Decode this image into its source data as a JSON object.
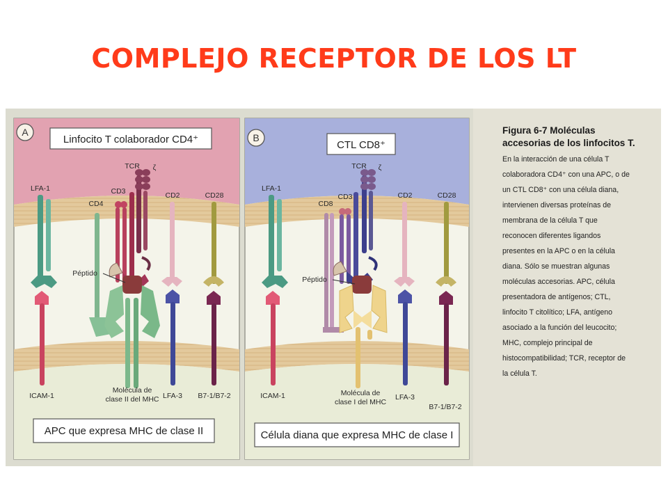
{
  "title": "COMPLEJO RECEPTOR DE LOS LT",
  "panel_a": {
    "letter": "A",
    "top_box": "Linfocito T colaborador CD4⁺",
    "bottom_box": "APC que expresa MHC de clase II",
    "labels": {
      "lfa1": "LFA-1",
      "cd4": "CD4",
      "cd3": "CD3",
      "tcr": "TCR",
      "zeta": "ζ",
      "cd2": "CD2",
      "cd28": "CD28",
      "peptide": "Péptido",
      "icam1": "ICAM-1",
      "mhc1": "Molécula de",
      "mhc2": "clase II del MHC",
      "lfa3": "LFA-3",
      "b7": "B7-1/B7-2"
    }
  },
  "panel_b": {
    "letter": "B",
    "top_box": "CTL CD8⁺",
    "bottom_box": "Célula diana que expresa MHC de clase I",
    "labels": {
      "lfa1": "LFA-1",
      "cd8": "CD8",
      "cd3": "CD3",
      "tcr": "TCR",
      "zeta": "ζ",
      "cd2": "CD2",
      "cd28": "CD28",
      "peptide": "Péptido",
      "icam1": "ICAM-1",
      "mhc1": "Molécula de",
      "mhc2": "clase I del MHC",
      "lfa3": "LFA-3",
      "b7": "B7-1/B7-2"
    }
  },
  "caption": {
    "heading": [
      "Figura 6-7   Moléculas",
      "accesorias de los linfocitos T."
    ],
    "lines": [
      "En la interacción de una célula T",
      "colaboradora CD4⁺ con una APC, o de",
      "un CTL CD8⁺ con una célula diana,",
      "intervienen diversas proteínas de",
      "membrana de la célula T que",
      "reconocen diferentes ligandos",
      "presentes en la APC o en la célula",
      "diana. Sólo se muestran algunas",
      "moléculas accesorias. APC, célula",
      "presentadora de antígenos; CTL,",
      "linfocito T citolítico; LFA, antígeno",
      "asociado a la función del leucocito;",
      "MHC, complejo principal de",
      "histocompatibilidad; TCR, receptor de",
      "la célula T."
    ]
  },
  "colors": {
    "title": "#ff3b1a",
    "panel_a_top": "#e2a2b1",
    "panel_b_top": "#a8b0dc",
    "membrane": "#e1c79a",
    "bottom_cell": "#e9ecd7"
  }
}
